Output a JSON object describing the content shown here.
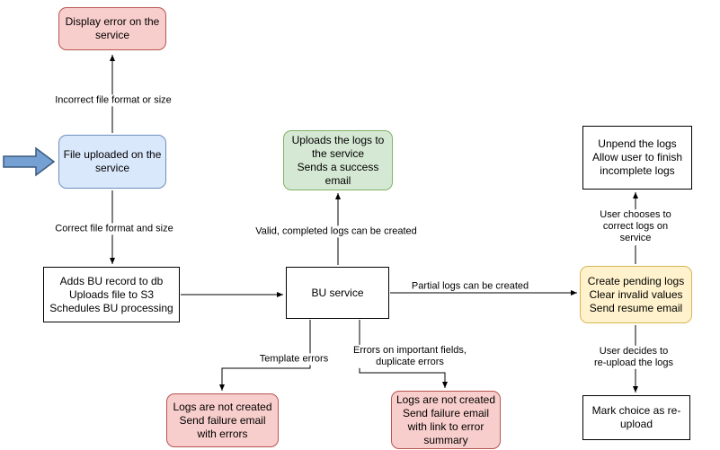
{
  "diagram": {
    "nodes": {
      "display_error": {
        "label": "Display error on the\nservice"
      },
      "file_uploaded": {
        "label": "File uploaded on the\nservice"
      },
      "adds_bu": {
        "label": "Adds BU record to db\nUploads file to S3\nSchedules BU processing"
      },
      "bu_service": {
        "label": "BU service"
      },
      "success_email": {
        "label": "Uploads the logs to\nthe service\nSends a success\nemail"
      },
      "unpend_logs": {
        "label": "Unpend the logs\nAllow user to finish\nincomplete logs"
      },
      "create_pending": {
        "label": "Create pending logs\nClear invalid values\nSend resume email"
      },
      "mark_reupload": {
        "label": "Mark choice as re-\nupload"
      },
      "fail_template": {
        "label": "Logs are not created\nSend failure email\nwith errors"
      },
      "fail_fields": {
        "label": "Logs are not created\nSend failure email\nwith link to error\nsummary"
      }
    },
    "edge_labels": {
      "incorrect_format": "Incorrect file format or size",
      "correct_format": "Correct file format and size",
      "valid_logs": "Valid, completed logs can be created",
      "partial_logs": "Partial logs can be created",
      "user_correct": "User chooses to correct logs on service",
      "user_reupload": "User decides to re-upload the logs",
      "template_errors": "Template errors",
      "field_errors": "Errors on important fields,\nduplicate errors"
    },
    "colors": {
      "error_fill": "#f8cecc",
      "error_stroke": "#b85450",
      "input_fill": "#dae8fc",
      "input_stroke": "#6c8ebf",
      "success_fill": "#d5e8d4",
      "success_stroke": "#82b366",
      "pending_fill": "#fff2cc",
      "pending_stroke": "#d6b656",
      "process_fill": "#ffffff",
      "process_stroke": "#000000",
      "pointer_fill": "#74a0d4",
      "pointer_stroke": "#3c5a7c",
      "wire_color": "#000000"
    }
  }
}
